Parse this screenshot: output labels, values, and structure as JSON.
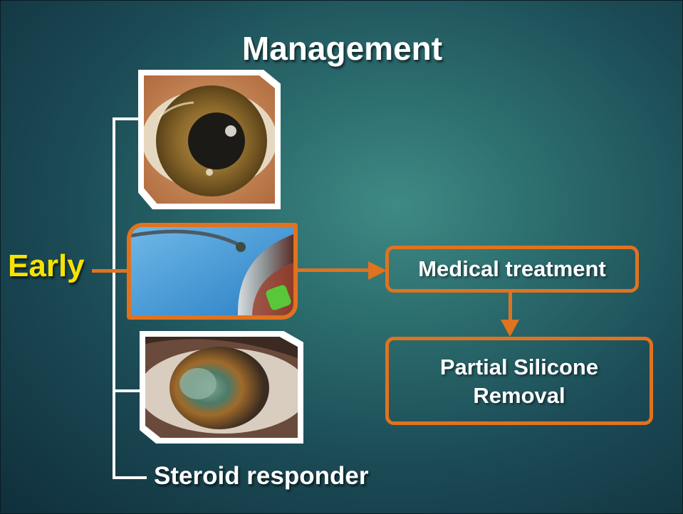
{
  "slide": {
    "title": "Management",
    "early_label": "Early",
    "medical_treatment": "Medical treatment",
    "partial_removal_line1": "Partial Silicone",
    "partial_removal_line2": "Removal",
    "steroid_responder": "Steroid responder"
  },
  "colors": {
    "accent_orange": "#e0731f",
    "early_yellow": "#f7e300",
    "text_white": "#ffffff",
    "background_teal": "#2a6a6c"
  },
  "images": {
    "top_photo": "eye-pupil-photo",
    "middle_photo": "silicone-oil-eye-photo",
    "bottom_photo": "corneal-opacity-eye-photo"
  }
}
